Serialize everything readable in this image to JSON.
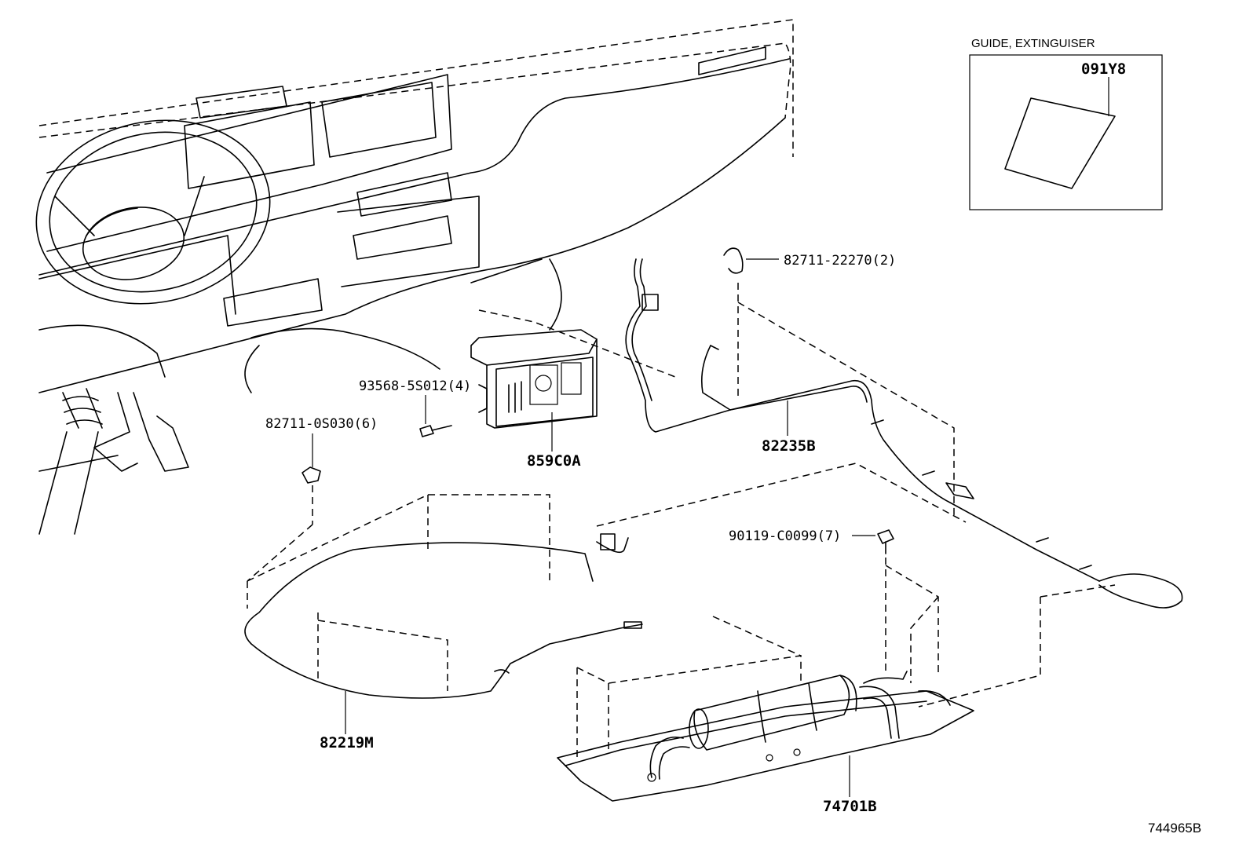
{
  "inset": {
    "title": "GUIDE, EXTINGUISER",
    "part": "091Y8"
  },
  "callouts": {
    "c_82711_22270": "82711-22270(2)",
    "c_93568_5S012": "93568-5S012(4)",
    "c_82711_0S030": "82711-0S030(6)",
    "c_90119_C0099": "90119-C0099(7)",
    "c_859C0A": "859C0A",
    "c_82235B": "82235B",
    "c_82219M": "82219M",
    "c_74701B": "74701B"
  },
  "drawing_number": "744965B"
}
